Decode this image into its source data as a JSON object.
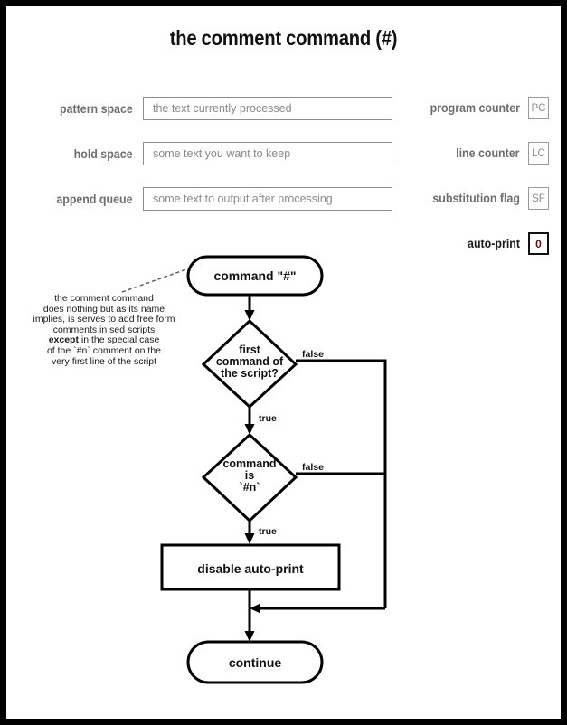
{
  "page": {
    "title": "the comment command (#)",
    "border_color": "#000000",
    "background": "#ffffff"
  },
  "state_panel": {
    "left_registers": [
      {
        "label": "pattern space",
        "value": "the text currently processed"
      },
      {
        "label": "hold space",
        "value": "some text you want to keep"
      },
      {
        "label": "append queue",
        "value": "some text to output after processing"
      }
    ],
    "right_registers": [
      {
        "label": "program counter",
        "value": "PC",
        "highlighted": false
      },
      {
        "label": "line counter",
        "value": "LC",
        "highlighted": false
      },
      {
        "label": "substitution flag",
        "value": "SF",
        "highlighted": false
      },
      {
        "label": "auto-print",
        "value": "0",
        "highlighted": true
      }
    ],
    "label_color": "#6e6e6e",
    "value_color": "#8a8a8a",
    "highlight_label_color": "#1a1a1a",
    "highlight_value_color": "#5a1414"
  },
  "annotation": {
    "line1": "the comment command",
    "line2": "does nothing but as its name",
    "line3": "implies, is serves to add free form",
    "line4": "comments in sed scripts",
    "line5_bold": "except",
    "line5_rest": " in the special case",
    "line6": "of the `#n` comment on the",
    "line7": "very first line of the script"
  },
  "flowchart": {
    "start_node": "command \"#\"",
    "decision1_line1": "first",
    "decision1_line2": "command of",
    "decision1_line3": "the script?",
    "decision1_false": "false",
    "decision1_true": "true",
    "decision2_line1": "command",
    "decision2_line2": "is",
    "decision2_line3": "`#n`",
    "decision2_false": "false",
    "decision2_true": "true",
    "action_node": "disable auto-print",
    "end_node": "continue",
    "stroke_color": "#000000",
    "fill_color": "#ffffff"
  }
}
